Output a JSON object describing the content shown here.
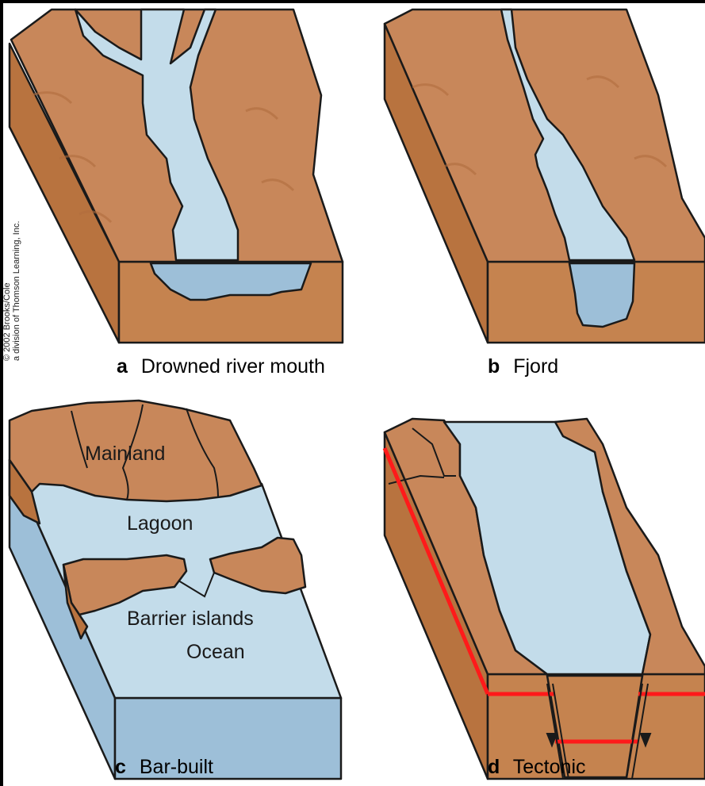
{
  "copyright": {
    "line1": "© 2002 Brooks/Cole",
    "line2": "a division of Thomson Learning, Inc."
  },
  "panels": [
    {
      "letter": "a",
      "caption": "Drowned river mouth"
    },
    {
      "letter": "b",
      "caption": "Fjord"
    },
    {
      "letter": "c",
      "caption": "Bar-built"
    },
    {
      "letter": "d",
      "caption": "Tectonic"
    }
  ],
  "labels": {
    "mainland": "Mainland",
    "lagoon": "Lagoon",
    "barrier_islands": "Barrier islands",
    "ocean": "Ocean"
  },
  "colors": {
    "land_top": "#C8875A",
    "land_side": "#B8733F",
    "land_dark": "#A8602E",
    "water_top": "#C3DCEA",
    "water_side": "#9DBFD8",
    "fault_line": "#FF1A1A",
    "outline": "#1a1a1a"
  }
}
